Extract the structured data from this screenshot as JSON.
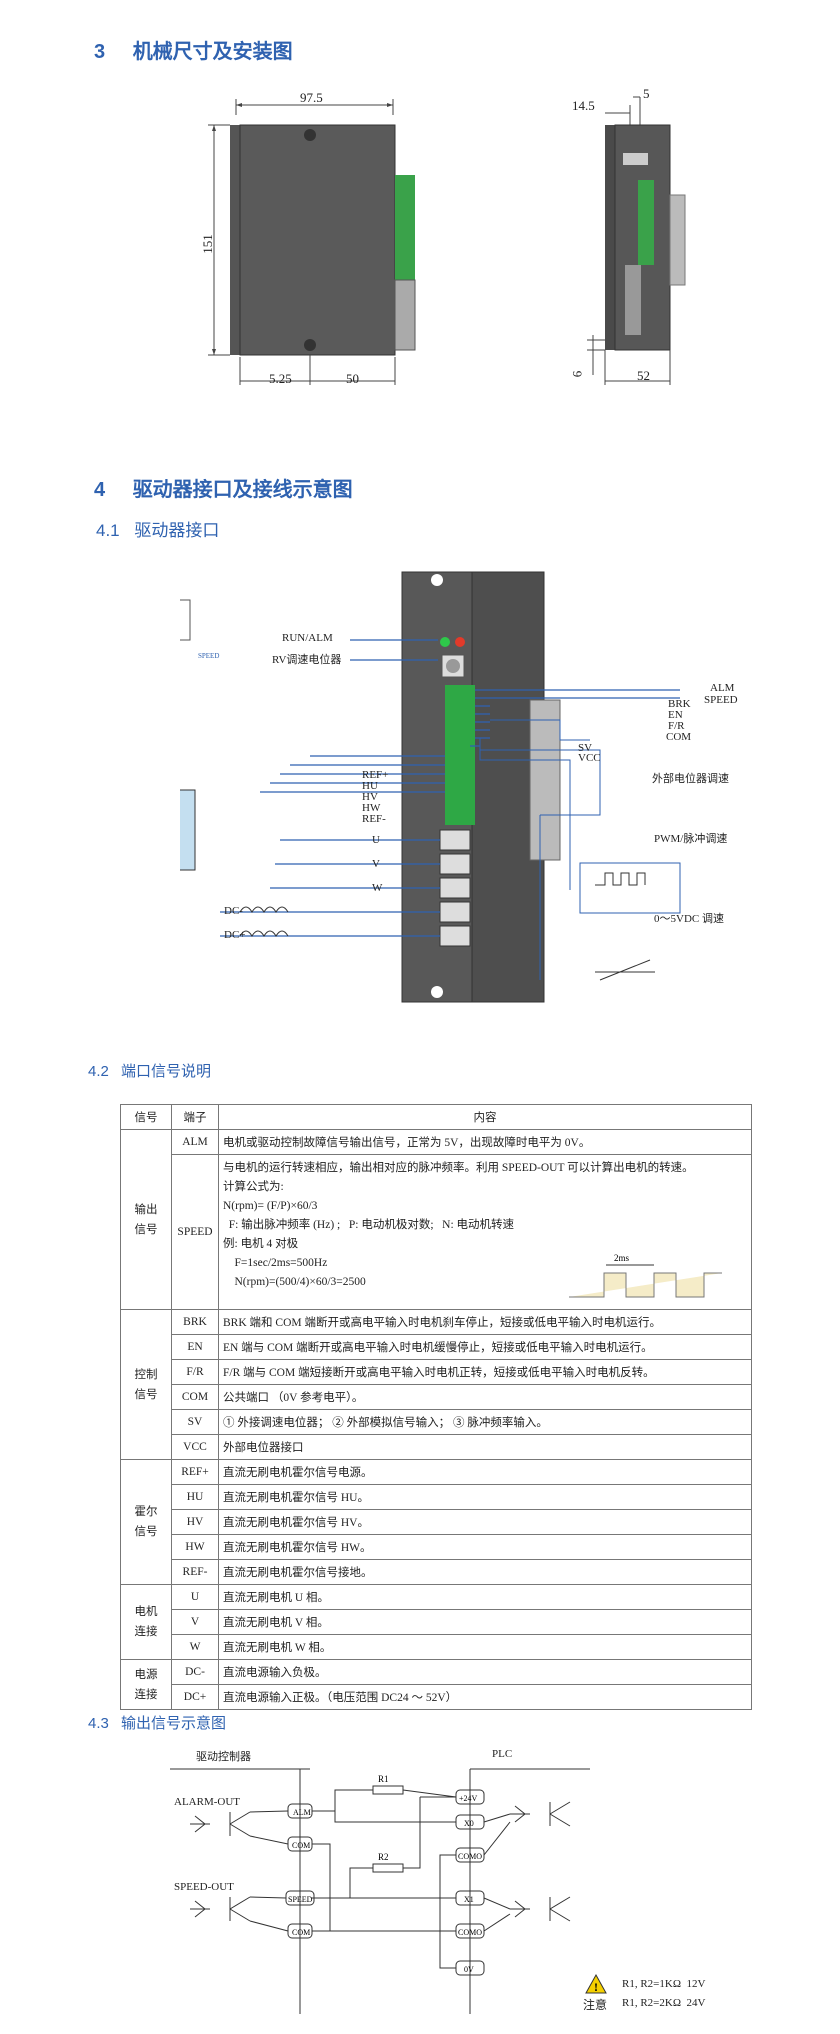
{
  "sec3": {
    "num": "3",
    "title": "机械尺寸及安装图"
  },
  "dims": {
    "w975": "97.5",
    "h151": "151",
    "d525": "5.25",
    "d50": "50",
    "d145": "14.5",
    "d5": "5",
    "d6": "6",
    "d52": "52"
  },
  "sec4": {
    "num": "4",
    "title": "驱动器接口及接线示意图"
  },
  "sec41": {
    "num": "4.1",
    "title": "驱动器接口"
  },
  "wiring": {
    "run_alm": "RUN/ALM",
    "rv": "RV调速电位器",
    "alm": "ALM",
    "speed": "SPEED",
    "brk": "BRK",
    "en": "EN",
    "fr": "F/R",
    "com": "COM",
    "sv": "SV",
    "vcc": "VCC",
    "refp": "REF+",
    "hu": "HU",
    "hv": "HV",
    "hw": "HW",
    "refm": "REF-",
    "u": "U",
    "v": "V",
    "w": "W",
    "dcm": "DC-",
    "dcp": "DC+",
    "ext_pot": "外部电位器调速",
    "pwm": "PWM/脉冲调速",
    "vdc": "0～5VDC 调速",
    "speed_knob": "SPEED"
  },
  "sec42": {
    "num": "4.2",
    "title": "端口信号说明"
  },
  "table": {
    "headers": [
      "信号",
      "端子",
      "内容"
    ],
    "groups": {
      "out": "输出\n信号",
      "ctrl": "控制\n信号",
      "hall": "霍尔\n信号",
      "motor": "电机\n连接",
      "power": "电源\n连接"
    },
    "rows": [
      {
        "t": "ALM",
        "c": "电机或驱动控制故障信号输出信号，正常为 5V，出现故障时电平为 0V。"
      },
      {
        "t": "SPEED",
        "lines": [
          "与电机的运行转速相应，输出相对应的脉冲频率。利用 SPEED-OUT 可以计算出电机的转速。",
          "计算公式为:",
          "N(rpm)= (F/P)×60/3",
          "  F: 输出脉冲频率 (Hz) ;   P: 电动机极对数;   N: 电动机转速",
          "例: 电机 4 对极",
          "    F=1sec/2ms=500Hz",
          "    N(rpm)=(500/4)×60/3=2500"
        ],
        "wave": "2ms"
      },
      {
        "t": "BRK",
        "c": "BRK 端和 COM 端断开或高电平输入时电机刹车停止，短接或低电平输入时电机运行。"
      },
      {
        "t": "EN",
        "c": "EN 端与 COM 端断开或高电平输入时电机缓慢停止，短接或低电平输入时电机运行。"
      },
      {
        "t": "F/R",
        "c": "F/R 端与 COM 端短接断开或高电平输入时电机正转，短接或低电平输入时电机反转。"
      },
      {
        "t": "COM",
        "c": "公共端口 （0V 参考电平）。"
      },
      {
        "t": "SV",
        "c": "① 外接调速电位器；  ② 外部模拟信号输入；  ③ 脉冲频率输入。"
      },
      {
        "t": "VCC",
        "c": "外部电位器接口"
      },
      {
        "t": "REF+",
        "c": "直流无刷电机霍尔信号电源。"
      },
      {
        "t": "HU",
        "c": "直流无刷电机霍尔信号 HU。"
      },
      {
        "t": "HV",
        "c": "直流无刷电机霍尔信号 HV。"
      },
      {
        "t": "HW",
        "c": "直流无刷电机霍尔信号 HW。"
      },
      {
        "t": "REF-",
        "c": "直流无刷电机霍尔信号接地。"
      },
      {
        "t": "U",
        "c": "直流无刷电机 U 相。"
      },
      {
        "t": "V",
        "c": "直流无刷电机 V 相。"
      },
      {
        "t": "W",
        "c": "直流无刷电机 W 相。"
      },
      {
        "t": "DC-",
        "c": "直流电源输入负极。"
      },
      {
        "t": "DC+",
        "c": "直流电源输入正极。（电压范围 DC24 ～ 52V）"
      }
    ]
  },
  "sec43": {
    "num": "4.3",
    "title": "输出信号示意图"
  },
  "circuit": {
    "driver": "驱动控制器",
    "plc": "PLC",
    "alarm_out": "ALARM-OUT",
    "speed_out": "SPEED-OUT",
    "alm": "ALM",
    "com1": "COM",
    "speed": "SPEED",
    "com2": "COM",
    "r1": "R1",
    "r2": "R2",
    "v24": "+24V",
    "x0": "X0",
    "como1": "COMO",
    "x1": "X1",
    "como2": "COMO",
    "v0": "0V",
    "note_label": "注意",
    "note1": "R1, R2=1KΩ  12V",
    "note2": "R1, R2=2KΩ  24V"
  }
}
